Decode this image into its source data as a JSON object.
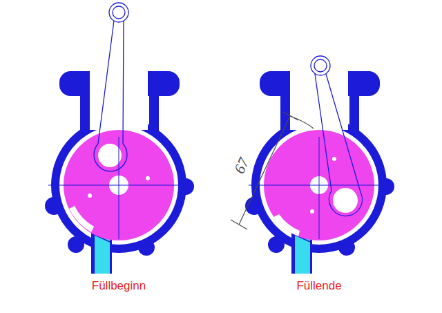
{
  "diagram": {
    "labels": [
      "Füllbeginn",
      "Füllende",
      "67"
    ]
  }
}
